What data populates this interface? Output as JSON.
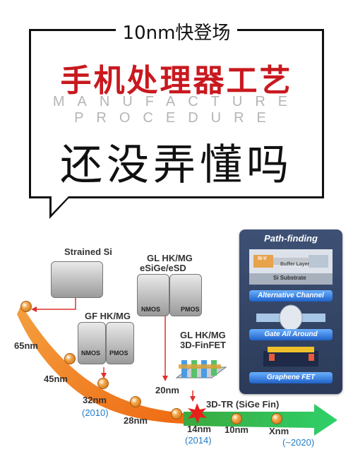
{
  "header": {
    "headline": "10nm快登场",
    "title": "手机处理器工艺",
    "subtitle_line1": "MANUFACTURE",
    "subtitle_line2": "PROCEDURE",
    "big_text": "还没弄懂吗"
  },
  "diagram": {
    "callouts": {
      "strained_si": "Strained Si",
      "gf_hkmg": "GF HK/MG",
      "gl_hkmg_line1": "GL HK/MG",
      "gl_hkmg_line2": "eSiGe/eSD",
      "gl_finfet_line1": "GL HK/MG",
      "gl_finfet_line2": "3D-FinFET",
      "tr_3d": "3D-TR (SiGe Fin)"
    },
    "tile_labels": {
      "nmos_a": "NMOS",
      "pmos_a": "PMOS",
      "nmos_b": "NMOS",
      "pmos_b": "PMOS",
      "si_substrate": "Si Substrate",
      "iii_v": "III-V",
      "buffer_layer": "Buffer Layer"
    },
    "nodes": [
      "65nm",
      "45nm",
      "32nm",
      "28nm",
      "20nm",
      "14nm",
      "10nm",
      "Xnm"
    ],
    "years": {
      "y2010": "(2010)",
      "y2014": "(2014)",
      "y2020": "(~2020)"
    },
    "panel": {
      "title": "Path-finding",
      "items": [
        "Alternative Channel",
        "Gate All Around",
        "Graphene FET"
      ]
    },
    "colors": {
      "accent_red": "#c8191f",
      "orange_arrow": "#f07a1a",
      "green_arrow": "#34b449",
      "year_blue": "#1f7cc9",
      "panel_blue": "#2b3a58"
    }
  }
}
